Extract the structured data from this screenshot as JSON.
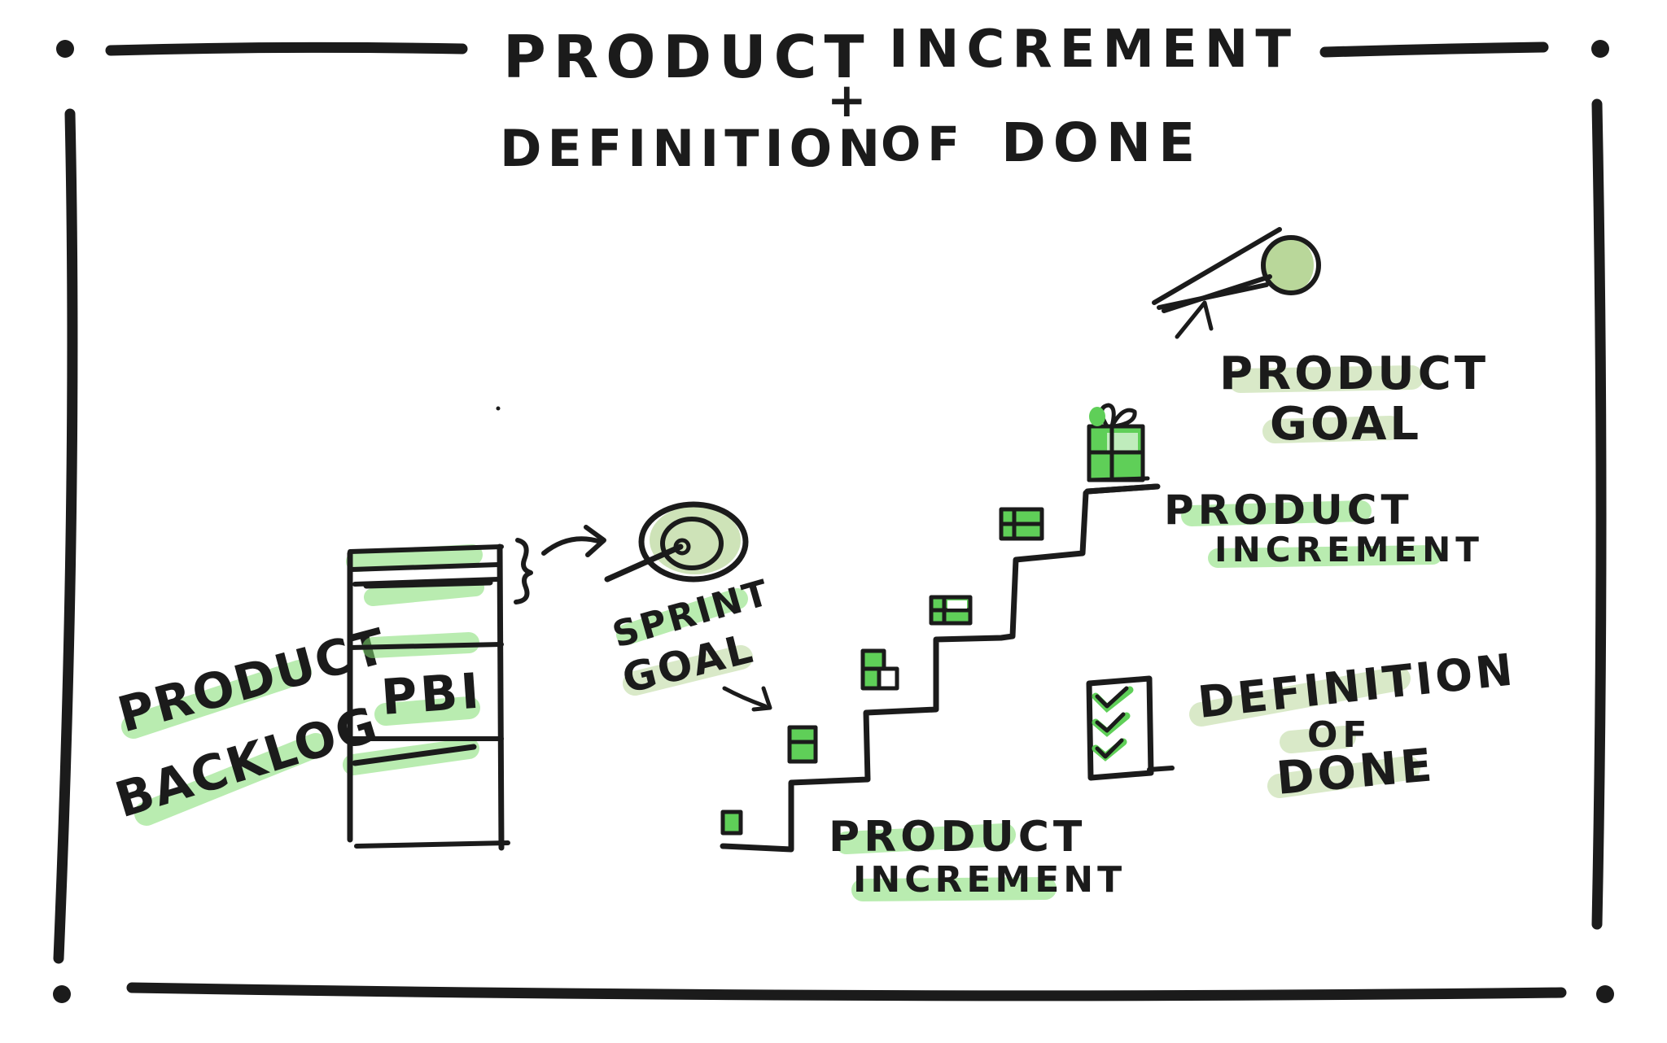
{
  "title": {
    "line1_left": "PRODUCT",
    "line1_right": "INCREMENT",
    "plus": "+",
    "line2_left": "DEFINITION",
    "line2_mid": "OF",
    "line2_right": "DONE"
  },
  "labels": {
    "product_backlog_1": "PRODUCT",
    "product_backlog_2": "BACKLOG",
    "pbi": "PBI",
    "sprint_goal_1": "SPRINT",
    "sprint_goal_2": "GOAL",
    "product_goal_1": "PRODUCT",
    "product_goal_2": "GOAL",
    "increment_top_1": "PRODUCT",
    "increment_top_2": "INCREMENT",
    "increment_bottom_1": "PRODUCT",
    "increment_bottom_2": "INCREMENT",
    "dod_1": "DEFINITION",
    "dod_2": "OF",
    "dod_3": "DONE"
  },
  "colors": {
    "ink": "#1b1b1b",
    "highlight": "#7fdc6f",
    "fill_green": "#5fcf58",
    "sage": "#b9d79a",
    "background": "#ffffff"
  },
  "icons": [
    "target-icon",
    "comet-icon",
    "checklist-icon",
    "gift-icon",
    "stair-cube-icon"
  ]
}
